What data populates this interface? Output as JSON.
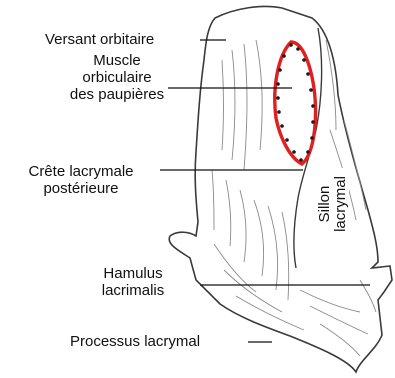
{
  "labels": {
    "versant": "Versant orbitaire",
    "muscle_line1": "Muscle",
    "muscle_line2": "orbiculaire",
    "muscle_line3": "des paupières",
    "crete_line1": "Crête lacrymale",
    "crete_line2": "postérieure",
    "sillon_line1": "Sillon",
    "sillon_line2": "lacrymal",
    "hamulus_line1": "Hamulus",
    "hamulus_line2": "lacrimalis",
    "processus": "Processus lacrymal"
  },
  "colors": {
    "outline": "#3a3a3a",
    "shading": "#8a8a8a",
    "muscle_outline": "#e02020",
    "muscle_dots": "#1a1a1a",
    "leader_line": "#111111"
  }
}
